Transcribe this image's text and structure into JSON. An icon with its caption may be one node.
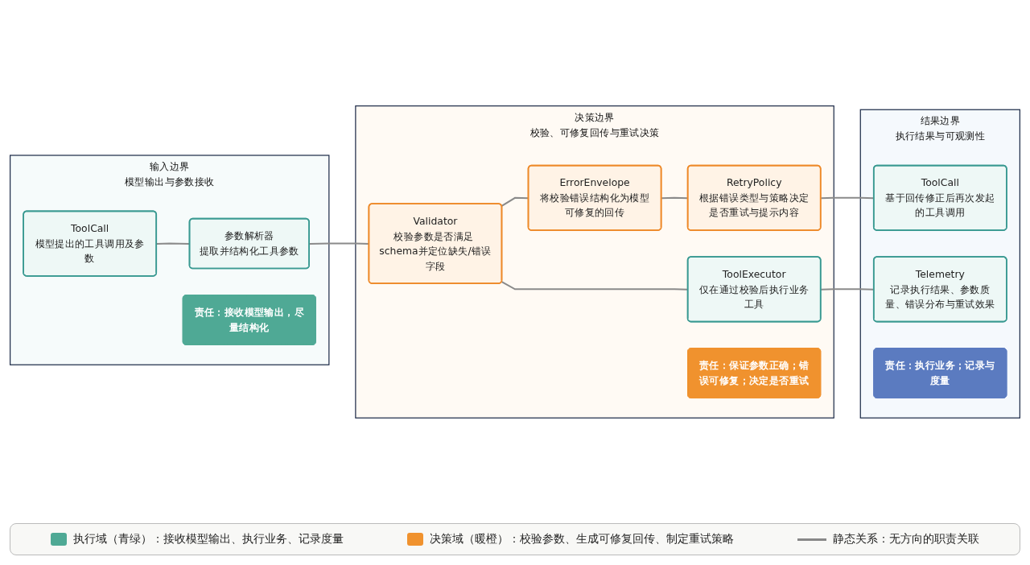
{
  "diagram": {
    "nodes": [
      {
        "text": [
          "输入边界",
          "模型输出与参数接收"
        ]
      },
      {
        "text": [
          "ToolCall",
          "模型提出的工具调用及参数"
        ],
        "in": 0
      },
      {
        "text": [
          "参数解析器",
          "提取并结构化工具参数"
        ],
        "in": 0
      },
      {
        "text": [
          "责任：接收模型输出，尽量结构化"
        ],
        "in": 0
      },
      {
        "text": [
          "决策边界",
          "校验、可修复回传与重试决策"
        ]
      },
      {
        "text": [
          "Validator",
          "校验参数是否满足 schema并定位缺失/错误字段"
        ],
        "in": 4
      },
      {
        "text": [
          "ErrorEnvelope",
          "将校验错误结构化为模型可修复的回传"
        ],
        "in": 4
      },
      {
        "text": [
          "RetryPolicy",
          "根据错误类型与策略决定是否重试与提示内容"
        ],
        "in": 4
      },
      {
        "text": [
          "ToolExecutor",
          "仅在通过校验后执行业务工具"
        ],
        "in": 4
      },
      {
        "text": [
          "责任：保证参数正确；错误可修复；决定是否重试"
        ],
        "in": 4
      },
      {
        "text": [
          "结果边界",
          "执行结果与可观测性"
        ]
      },
      {
        "text": [
          "ToolCall",
          "基于回传修正后再次发起的工具调用"
        ],
        "in": 10
      },
      {
        "text": [
          "Telemetry",
          "记录执行结果、参数质量、错误分布与重试效果"
        ],
        "in": 10
      },
      {
        "text": [
          "责任：执行业务；记录与度量"
        ],
        "in": 10
      }
    ],
    "edges": [
      {
        "from": 1,
        "to": 2,
        "arrow": "none"
      },
      {
        "from": 2,
        "to": 5,
        "arrow": "none"
      },
      {
        "from": 5,
        "to": 6,
        "arrow": "none"
      },
      {
        "from": 6,
        "to": 7,
        "arrow": "none"
      },
      {
        "from": 7,
        "to": 11,
        "arrow": "none"
      },
      {
        "from": 5,
        "to": 8,
        "arrow": "none"
      },
      {
        "from": 8,
        "to": 12,
        "arrow": "none"
      }
    ],
    "legend": [
      {
        "text": "执行域（青绿）：接收模型输出、执行业务、记录度量",
        "color": "#4fa995"
      },
      {
        "text": "决策域（暖橙）：校验参数、生成可修复回传、制定重试策略",
        "color": "#f0922e"
      },
      {
        "text": "静态关系：无方向的职责关联"
      }
    ]
  }
}
